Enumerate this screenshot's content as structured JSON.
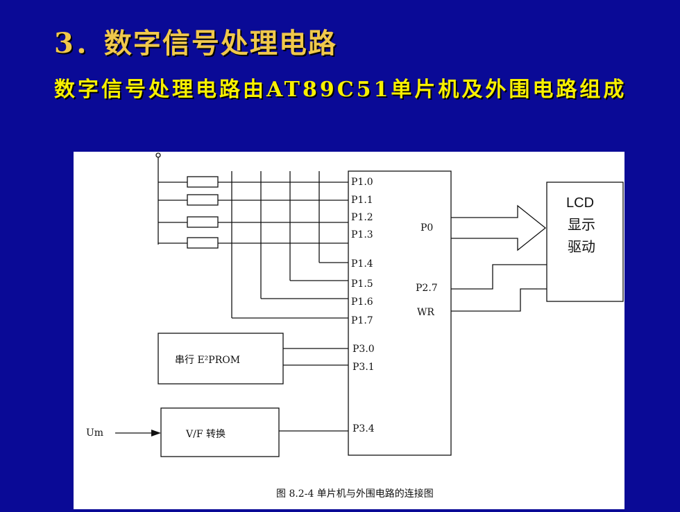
{
  "slide": {
    "title": "3．数字信号处理电路",
    "subtitle": "数字信号处理电路由AT89C51单片机及外围电路组成"
  },
  "diagram": {
    "pins_left": [
      "P1.0",
      "P1.1",
      "P1.2",
      "P1.3",
      "P1.4",
      "P1.5",
      "P1.6",
      "P1.7"
    ],
    "pins_p3": [
      "P3.0",
      "P3.1",
      "P3.4"
    ],
    "pins_right": [
      "P0",
      "P2.7",
      "WR"
    ],
    "lcd_lines": [
      "LCD",
      "显示",
      "驱动"
    ],
    "eeprom_label": "串行 E²PROM",
    "vf_label": "V/F 转换",
    "input_label": "Um",
    "caption": "图 8.2-4    单片机与外围电路的连接图"
  }
}
